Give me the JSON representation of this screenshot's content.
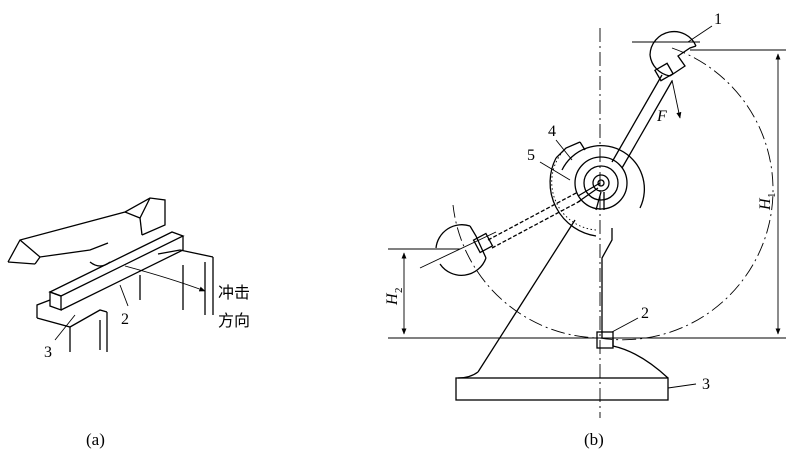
{
  "figure_a": {
    "caption": "(a)",
    "label_specimen": "2",
    "label_support": "3",
    "direction_line1": "冲击",
    "direction_line2": "方向"
  },
  "figure_b": {
    "caption": "(b)",
    "label_pendulum": "1",
    "label_specimen": "2",
    "label_base": "3",
    "label_dial": "4",
    "label_pointer": "5",
    "force": "F",
    "h1_main": "H",
    "h1_sub": "1",
    "h2_main": "H",
    "h2_sub": "2"
  }
}
